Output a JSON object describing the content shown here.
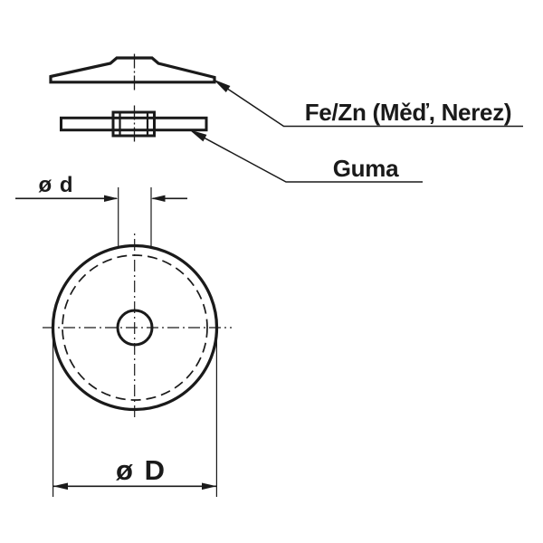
{
  "drawing": {
    "background_color": "#ffffff",
    "line_color": "#1a1a1a",
    "labels": {
      "metal_material": "Fe/Zn (Měď, Nerez)",
      "rubber_material": "Guma",
      "inner_diameter": "ø d",
      "outer_diameter": "ø D"
    }
  }
}
